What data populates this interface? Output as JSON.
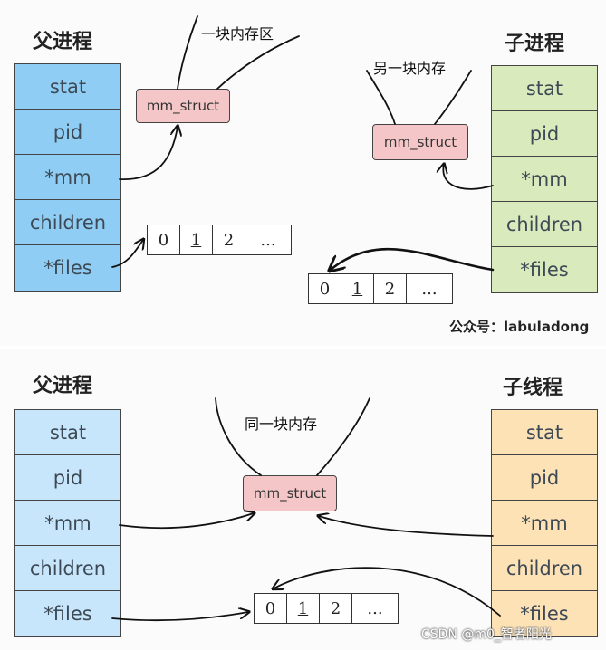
{
  "top": {
    "parent_title": "父进程",
    "child_title": "子进程",
    "parent_fields": [
      "stat",
      "pid",
      "*mm",
      "children",
      "*files"
    ],
    "child_fields": [
      "stat",
      "pid",
      "*mm",
      "children",
      "*files"
    ],
    "mm_left": "mm_struct",
    "mm_right": "mm_struct",
    "note_left": "一块内存区",
    "note_right": "另一块内存",
    "fd_left": [
      "0",
      "1",
      "2",
      "..."
    ],
    "fd_right": [
      "0",
      "1",
      "2",
      "..."
    ],
    "watermark": "公众号：labuladong"
  },
  "bottom": {
    "parent_title": "父进程",
    "child_title": "子线程",
    "parent_fields": [
      "stat",
      "pid",
      "*mm",
      "children",
      "*files"
    ],
    "child_fields": [
      "stat",
      "pid",
      "*mm",
      "children",
      "*files"
    ],
    "mm": "mm_struct",
    "note": "同一块内存",
    "fd": [
      "0",
      "1",
      "2",
      "..."
    ],
    "csdn": "CSDN @m0_智者阳光"
  },
  "colors": {
    "parent_top": "#8fcdf5",
    "child_top": "#d9ebbd",
    "parent_bottom": "#c8e6fb",
    "child_bottom": "#fde2b6",
    "mm_struct": "#f5c6c8"
  }
}
